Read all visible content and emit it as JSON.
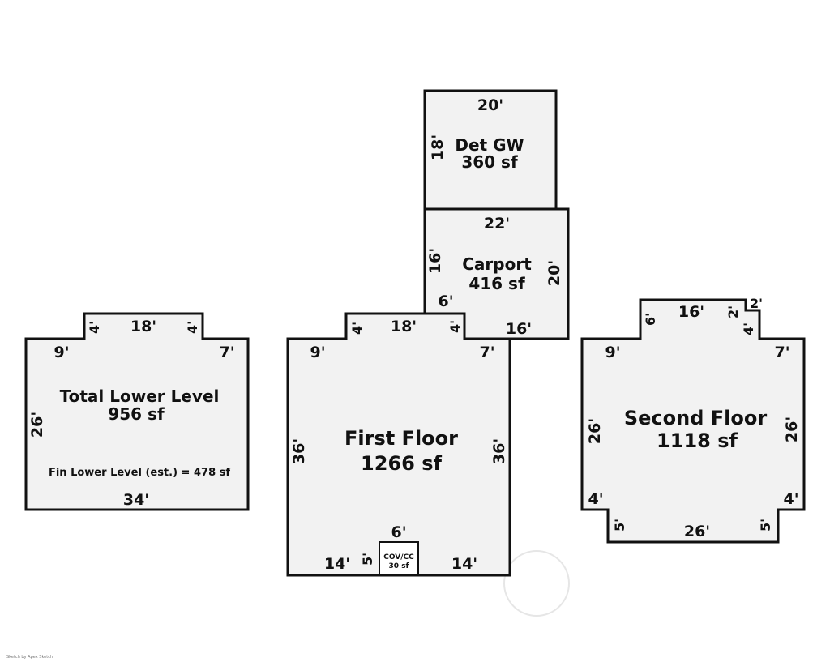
{
  "plans": {
    "det_gw": {
      "title": "Det GW",
      "area": "360 sf",
      "dims": {
        "top": "20'",
        "left": "18'"
      }
    },
    "carport": {
      "title": "Carport",
      "area": "416 sf",
      "dims": {
        "top": "22'",
        "left": "16'",
        "right": "20'",
        "step": "6'",
        "bottom": "16'"
      }
    },
    "lower_level": {
      "title": "Total Lower Level",
      "area": "956 sf",
      "note": "Fin Lower Level (est.) = 478 sf",
      "dims": {
        "top": "18'",
        "notch_left": "4'",
        "notch_right": "4'",
        "left_top": "9'",
        "right_top": "7'",
        "left": "26'",
        "bottom": "34'"
      }
    },
    "first_floor": {
      "title": "First Floor",
      "area": "1266 sf",
      "dims": {
        "top": "18'",
        "notch_left": "4'",
        "notch_right": "4'",
        "left_top": "9'",
        "right_top": "7'",
        "left": "36'",
        "right": "36'",
        "bottom_left": "14'",
        "bottom_right": "14'",
        "porch_top": "6'",
        "porch_side": "5'"
      },
      "porch": {
        "line1": "COV/CC",
        "line2": "30 sf"
      }
    },
    "second_floor": {
      "title": "Second Floor",
      "area": "1118 sf",
      "dims": {
        "top": "16'",
        "notch_left": "6'",
        "bump_top": "2'",
        "bump_side": "2'",
        "notch_right": "4'",
        "left_top": "9'",
        "right_top": "7'",
        "left": "26'",
        "right": "26'",
        "left_bottom": "4'",
        "right_bottom": "4'",
        "bottom_left_notch": "5'",
        "bottom_right_notch": "5'",
        "bottom": "26'"
      }
    }
  },
  "credit": "Sketch by Apex Sketch"
}
